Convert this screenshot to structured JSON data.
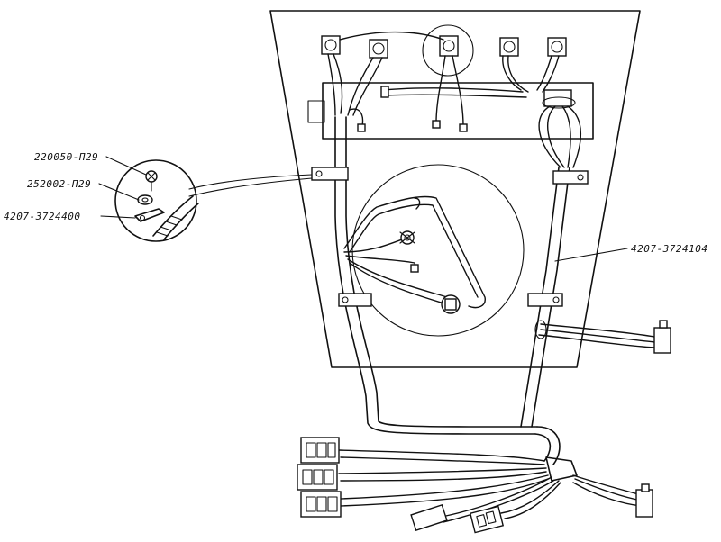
{
  "labels": {
    "screw": "220050-П29",
    "washer": "252002-П29",
    "clamp": "4207-3724400",
    "harness": "4207-3724104"
  },
  "colors": {
    "ink": "#111111",
    "paper": "#ffffff"
  }
}
